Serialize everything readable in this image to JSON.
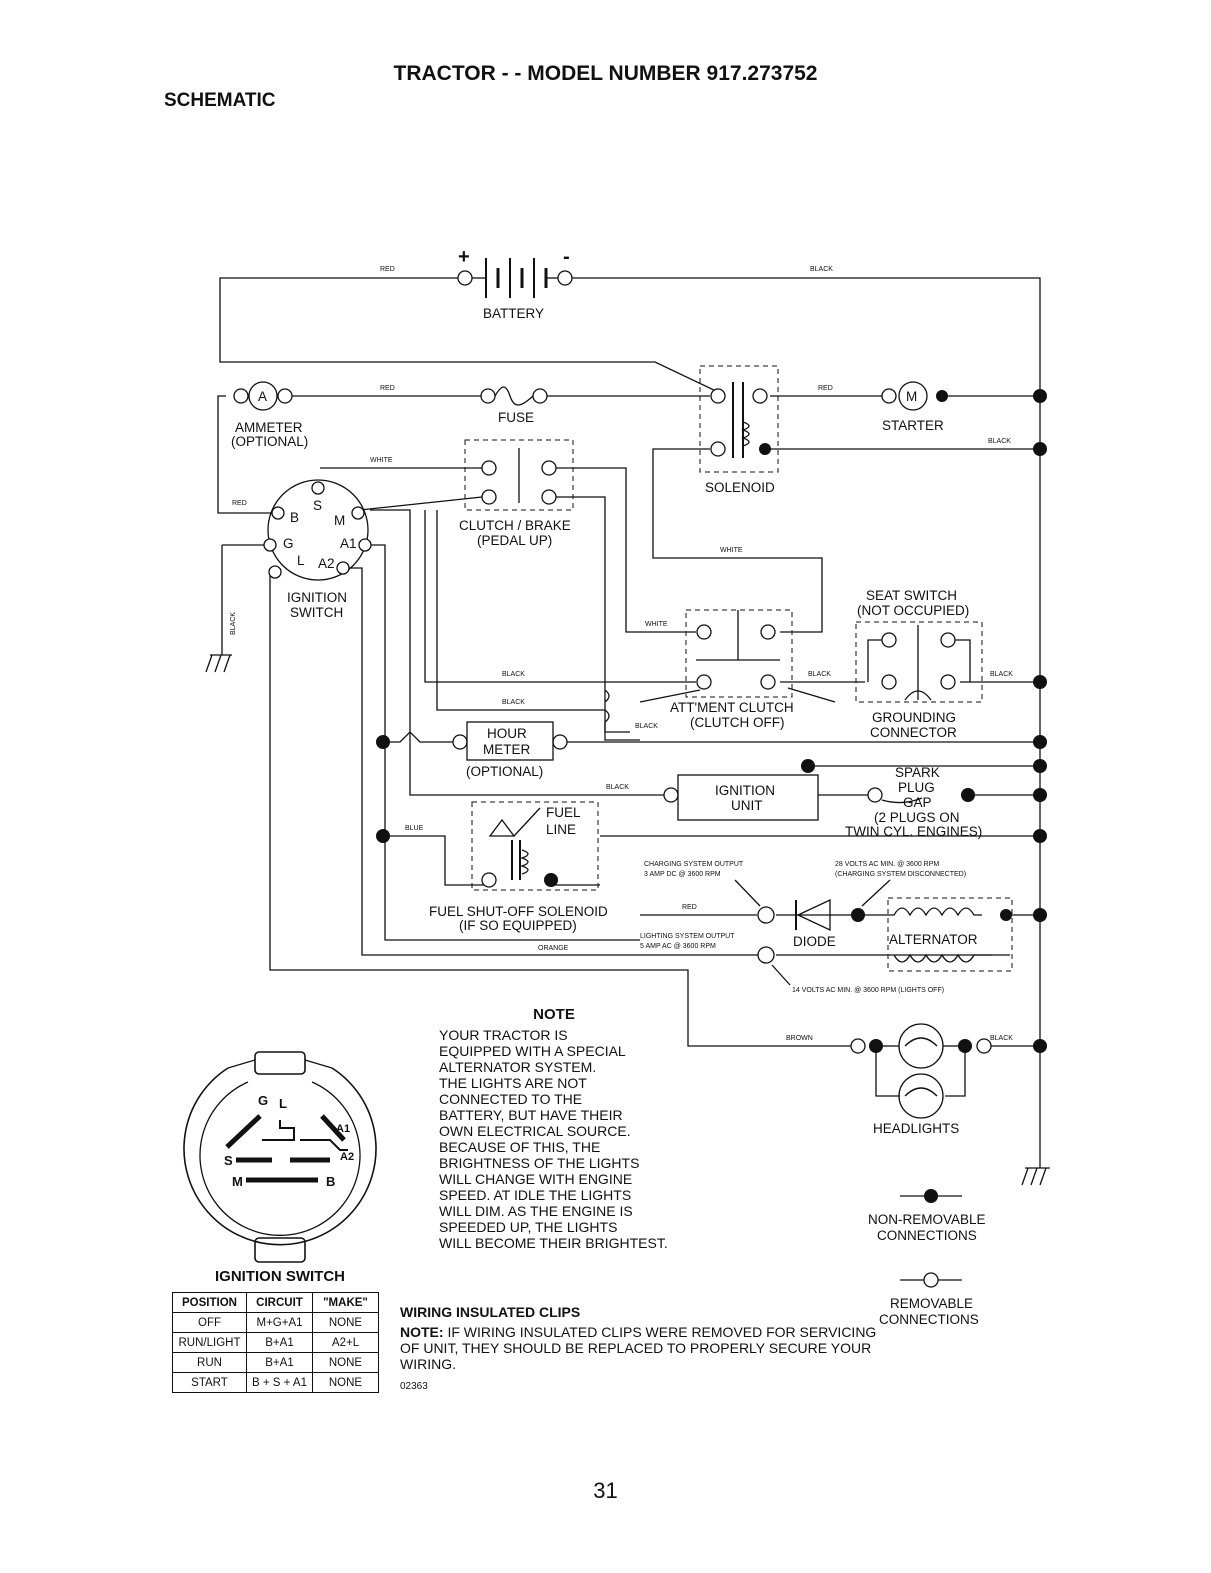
{
  "header": {
    "title": "TRACTOR - - MODEL NUMBER 917.273752",
    "section": "SCHEMATIC"
  },
  "wire_colors": {
    "red": "RED",
    "black": "BLACK",
    "white": "WHITE",
    "blue": "BLUE",
    "orange": "ORANGE",
    "brown": "BROWN"
  },
  "components": {
    "battery": "BATTERY",
    "ammeter": [
      "AMMETER",
      "(OPTIONAL)"
    ],
    "ammeter_symbol": "A",
    "fuse": "FUSE",
    "solenoid": "SOLENOID",
    "starter": "STARTER",
    "starter_symbol": "M",
    "clutch_brake": [
      "CLUTCH / BRAKE",
      "(PEDAL UP)"
    ],
    "ignition_switch": [
      "IGNITION",
      "SWITCH"
    ],
    "ignition_terminals": [
      "B",
      "S",
      "M",
      "G",
      "A1",
      "L",
      "A2"
    ],
    "seat_switch": [
      "SEAT SWITCH",
      "(NOT OCCUPIED)"
    ],
    "attachment_clutch": [
      "ATT'MENT CLUTCH",
      "(CLUTCH OFF)"
    ],
    "grounding_connector": [
      "GROUNDING",
      "CONNECTOR"
    ],
    "hour_meter": [
      "HOUR",
      "METER",
      "(OPTIONAL)"
    ],
    "ignition_unit": [
      "IGNITION",
      "UNIT"
    ],
    "spark_plug": [
      "SPARK",
      "PLUG",
      "GAP",
      "(2 PLUGS ON",
      "TWIN CYL. ENGINES)"
    ],
    "fuel_line": [
      "FUEL",
      "LINE"
    ],
    "fuel_solenoid": [
      "FUEL SHUT-OFF SOLENOID",
      "(IF SO EQUIPPED)"
    ],
    "diode": "DIODE",
    "alternator": "ALTERNATOR",
    "headlights": "HEADLIGHTS"
  },
  "specs": {
    "charging_output": [
      "CHARGING SYSTEM OUTPUT",
      "3 AMP DC @ 3600 RPM"
    ],
    "volts_28": [
      "28 VOLTS AC MIN. @ 3600 RPM",
      "(CHARGING SYSTEM DISCONNECTED)"
    ],
    "lighting_output": [
      "LIGHTING SYSTEM OUTPUT",
      "5 AMP AC @ 3600 RPM"
    ],
    "volts_14": "14 VOLTS AC MIN. @ 3600 RPM (LIGHTS OFF)"
  },
  "note": {
    "title": "NOTE",
    "lines": [
      "YOUR TRACTOR IS",
      "EQUIPPED WITH A SPECIAL",
      "ALTERNATOR SYSTEM.",
      "THE LIGHTS ARE NOT",
      "CONNECTED TO THE",
      "BATTERY, BUT HAVE THEIR",
      "OWN ELECTRICAL SOURCE.",
      "BECAUSE OF THIS, THE",
      "BRIGHTNESS OF THE LIGHTS",
      "WILL CHANGE WITH ENGINE",
      "SPEED.  AT IDLE THE LIGHTS",
      "WILL DIM.  AS THE ENGINE IS",
      "SPEEDED UP, THE LIGHTS",
      "WILL BECOME THEIR BRIGHTEST."
    ]
  },
  "legend": {
    "non_removable": [
      "NON-REMOVABLE",
      "CONNECTIONS"
    ],
    "removable": [
      "REMOVABLE",
      "CONNECTIONS"
    ]
  },
  "switch_face": {
    "labels": [
      "G",
      "L",
      "A1",
      "A2",
      "S",
      "M",
      "B"
    ]
  },
  "switch_table": {
    "title": "IGNITION SWITCH",
    "headers": [
      "POSITION",
      "CIRCUIT",
      "\"MAKE\""
    ],
    "rows": [
      [
        "OFF",
        "M+G+A1",
        "NONE"
      ],
      [
        "RUN/LIGHT",
        "B+A1",
        "A2+L"
      ],
      [
        "RUN",
        "B+A1",
        "NONE"
      ],
      [
        "START",
        "B + S + A1",
        "NONE"
      ]
    ]
  },
  "clips": {
    "title": "WIRING INSULATED CLIPS",
    "note_label": "NOTE:",
    "note_text": " IF WIRING INSULATED CLIPS WERE REMOVED FOR SERVICING OF UNIT, THEY SHOULD BE REPLACED TO PROPERLY SECURE YOUR WIRING."
  },
  "drawing_code": "02363",
  "page_number": "31"
}
